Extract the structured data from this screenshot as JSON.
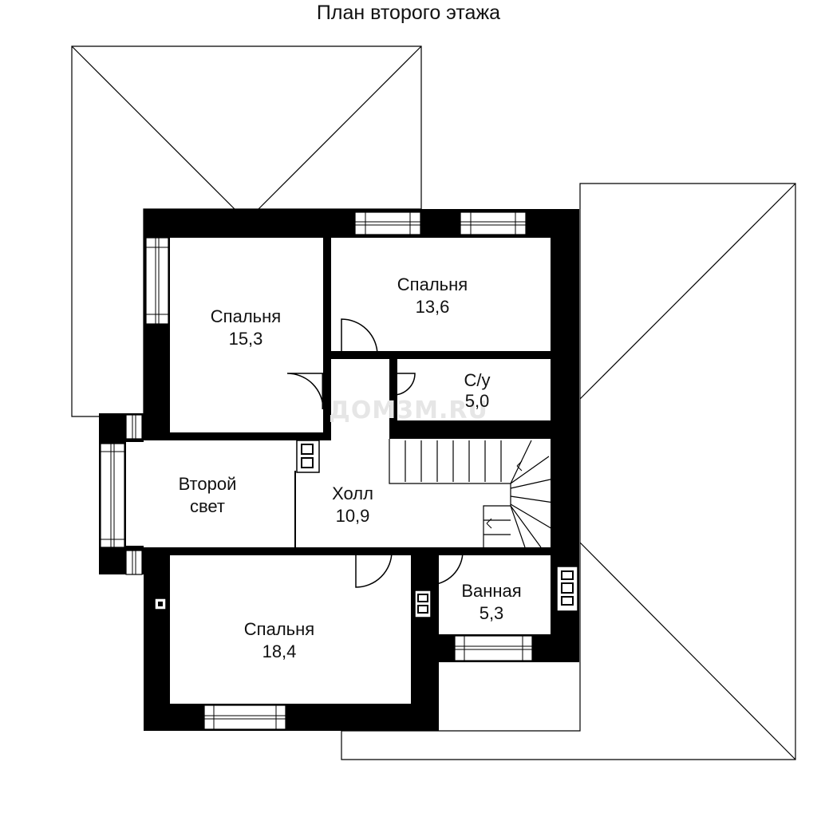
{
  "title": "План второго этажа",
  "watermark": "ДОМ3М.RU",
  "rooms": [
    {
      "id": "bedroom-15",
      "name": "Спальня",
      "area": "15,3"
    },
    {
      "id": "bedroom-13",
      "name": "Спальня",
      "area": "13,6"
    },
    {
      "id": "wc",
      "name": "С/у",
      "area": "5,0"
    },
    {
      "id": "second-light",
      "name": "Второй",
      "area": "свет"
    },
    {
      "id": "hall",
      "name": "Холл",
      "area": "10,9"
    },
    {
      "id": "bathroom",
      "name": "Ванная",
      "area": "5,3"
    },
    {
      "id": "bedroom-18",
      "name": "Спальня",
      "area": "18,4"
    }
  ],
  "colors": {
    "wall": "#000000",
    "line": "#000000",
    "background": "#ffffff"
  }
}
